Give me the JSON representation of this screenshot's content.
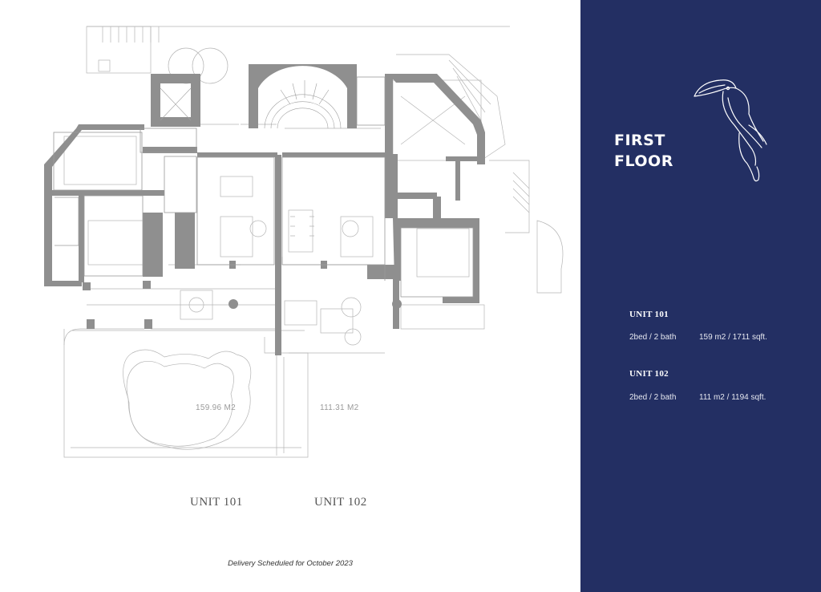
{
  "plan": {
    "unit101_area": "159.96 M2",
    "unit102_area": "111.31 M2"
  },
  "captions": {
    "unit101": "UNIT 101",
    "unit102": "UNIT 102"
  },
  "delivery": "Delivery Scheduled for October 2023",
  "panel": {
    "title_line1": "FIRST",
    "title_line2": "FLOOR",
    "logo_icon": "toucan-icon",
    "background": "#232f63",
    "units": [
      {
        "name": "UNIT 101",
        "beds": "2bed / 2 bath",
        "size": "159 m2 / 1711 sqft."
      },
      {
        "name": "UNIT 102",
        "beds": "2bed / 2 bath",
        "size": "111 m2 / 1194 sqft."
      }
    ]
  }
}
